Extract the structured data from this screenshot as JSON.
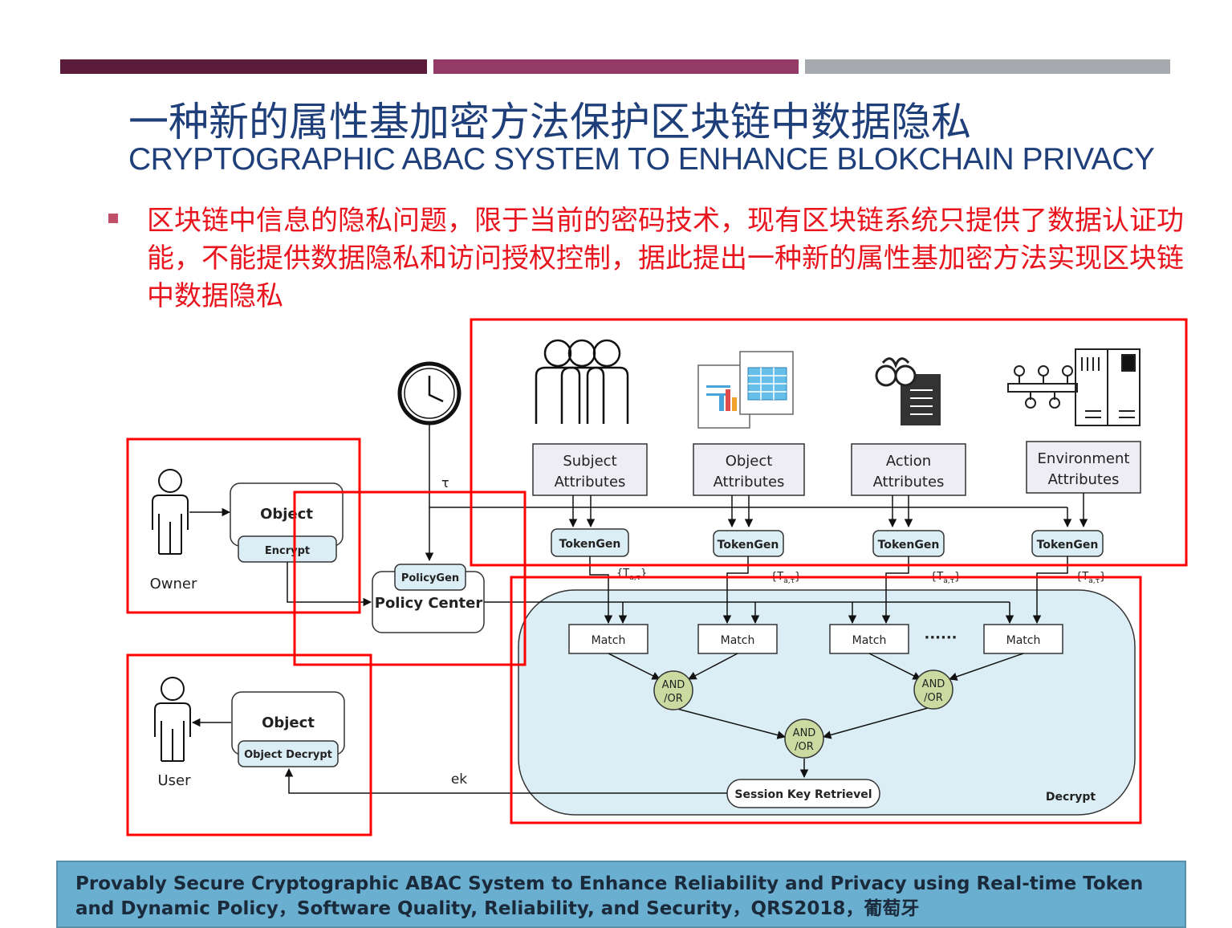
{
  "header": {
    "bar_colors": [
      "#5a1c3a",
      "#943a66",
      "#a6a9ad"
    ],
    "title_cn": "一种新的属性基加密方法保护区块链中数据隐私",
    "title_en": "CRYPTOGRAPHIC ABAC SYSTEM TO ENHANCE BLOKCHAIN PRIVACY"
  },
  "bullet": {
    "text": "区块链中信息的隐私问题，限于当前的密码技术，现有区块链系统只提供了数据认证功能，不能提供数据隐私和访问授权控制，据此提出一种新的属性基加密方法实现区块链中数据隐私"
  },
  "diagram": {
    "attributes": [
      {
        "line1": "Subject",
        "line2": "Attributes"
      },
      {
        "line1": "Object",
        "line2": "Attributes"
      },
      {
        "line1": "Action",
        "line2": "Attributes"
      },
      {
        "line1": "Environment",
        "line2": "Attributes"
      }
    ],
    "tokengen": "TokenGen",
    "token_label": "{T",
    "token_sub": "a,τ",
    "token_close": "}",
    "tau": "τ",
    "owner": "Owner",
    "user": "User",
    "object": "Object",
    "encrypt": "Encrypt",
    "object_decrypt": "Object Decrypt",
    "policygen": "PolicyGen",
    "policy_center": "Policy Center",
    "match": "Match",
    "dots": "······",
    "and_or_1": "AND",
    "and_or_2": "/OR",
    "session_key": "Session Key Retrievel",
    "decrypt": "Decrypt",
    "ek": "ek",
    "highlight_color": "#ff0000"
  },
  "footer": {
    "citation": "Provably Secure Cryptographic ABAC System to Enhance Reliability and Privacy using Real-time Token and Dynamic Policy，Software Quality, Reliability, and Security，QRS2018，葡萄牙"
  }
}
